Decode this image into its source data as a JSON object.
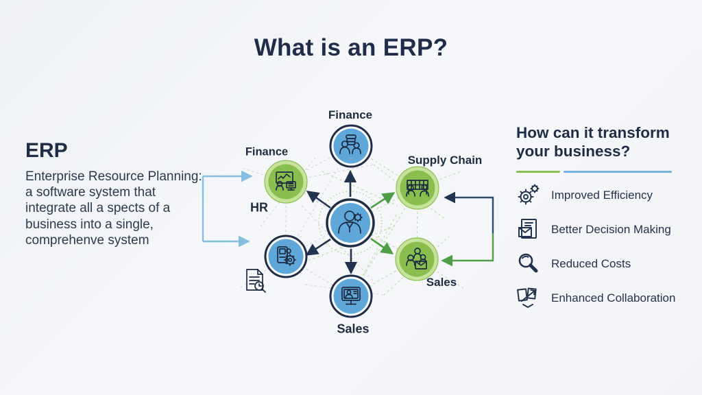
{
  "title": "What is an ERP?",
  "left_panel": {
    "heading": "ERP",
    "description": "Enterprise Resource Planning: a software system that integrate all a spects of a business into a single, comprehenve system"
  },
  "diagram": {
    "nodes": [
      {
        "id": "finance-top",
        "label": "Finance",
        "color": "#5fa7d9",
        "icon": "people-finance-icon"
      },
      {
        "id": "finance-left",
        "label": "Finance",
        "color": "#8abf50",
        "icon": "presentation-chart-icon"
      },
      {
        "id": "hr",
        "label": "HR",
        "color": "#5fa7d9",
        "icon": "machine-gears-icon"
      },
      {
        "id": "supply-chain",
        "label": "Supply Chain",
        "color": "#8abf50",
        "icon": "warehouse-rack-icon"
      },
      {
        "id": "sales-right",
        "label": "Sales",
        "color": "#8abf50",
        "icon": "team-envelope-icon"
      },
      {
        "id": "sales-bottom",
        "label": "Sales",
        "color": "#5fa7d9",
        "icon": "monitor-contact-icon"
      }
    ],
    "center_icon": "manager-gear-icon"
  },
  "right_panel": {
    "heading": "How can it transform your business?",
    "items": [
      {
        "icon": "gears-icon",
        "label": "Improved Efficiency"
      },
      {
        "icon": "document-envelope-icon",
        "label": "Better Decision Making"
      },
      {
        "icon": "magnifier-icon",
        "label": "Reduced Costs"
      },
      {
        "icon": "collaboration-icon",
        "label": "Enhanced Collaboration"
      }
    ]
  },
  "colors": {
    "accent_blue": "#5fa7d9",
    "accent_green": "#8abf50",
    "navy": "#1e2c44",
    "arrow_light_blue": "#85bede",
    "arrow_green": "#4f9e47",
    "arrow_navy": "#223350"
  }
}
